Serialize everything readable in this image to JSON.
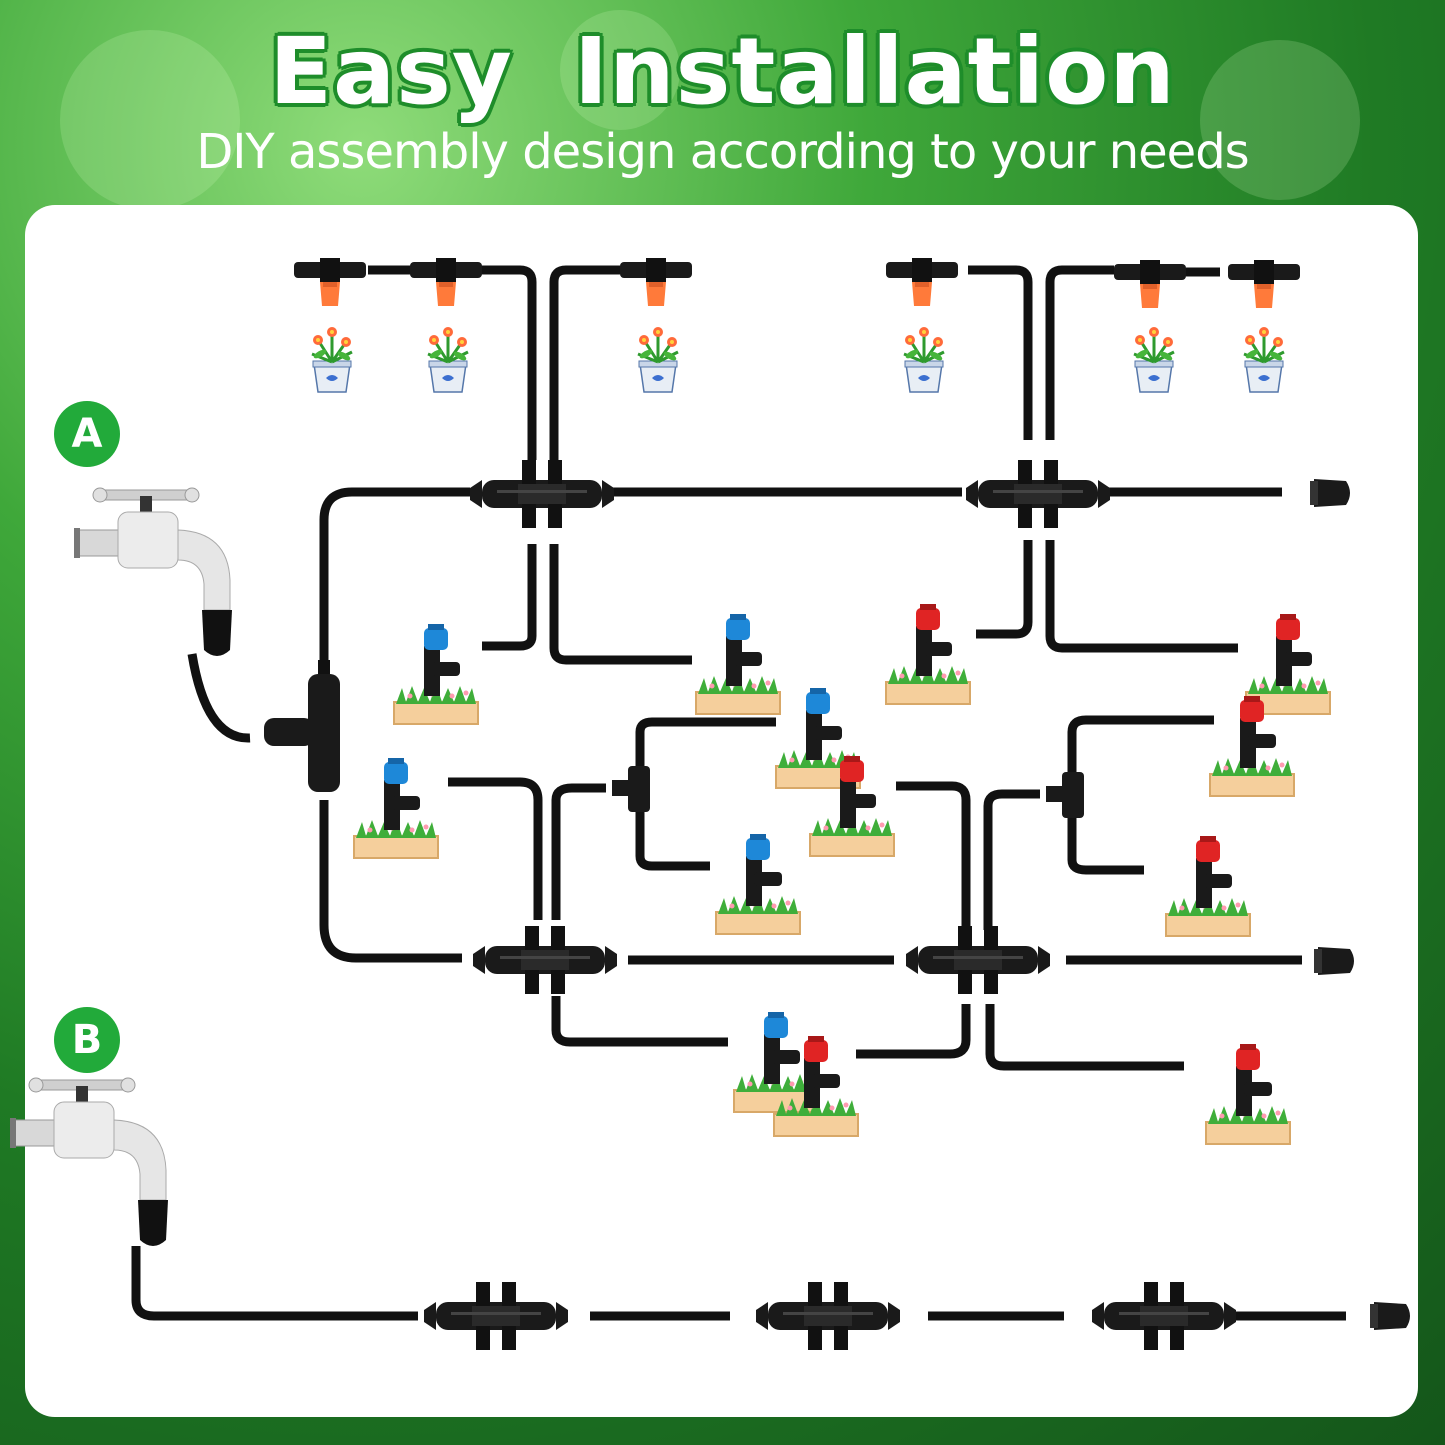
{
  "header": {
    "title": "Easy  Installation",
    "subtitle": "DIY assembly design according to your needs"
  },
  "diagram": {
    "label_a": "A",
    "label_b": "B"
  },
  "colors": {
    "accent_green": "#22aa3a",
    "tube": "#111111",
    "cap_blue": "#1e88d8",
    "cap_red": "#e02424",
    "nozzle_orange": "#ff7a3a",
    "planter_wood": "#f5cf9c"
  },
  "icons": [
    "faucet-icon",
    "tee-connector-icon",
    "cross-connector-icon",
    "end-plug-icon",
    "mist-nozzle-icon",
    "flower-pot-icon",
    "drip-stake-planter-icon"
  ]
}
